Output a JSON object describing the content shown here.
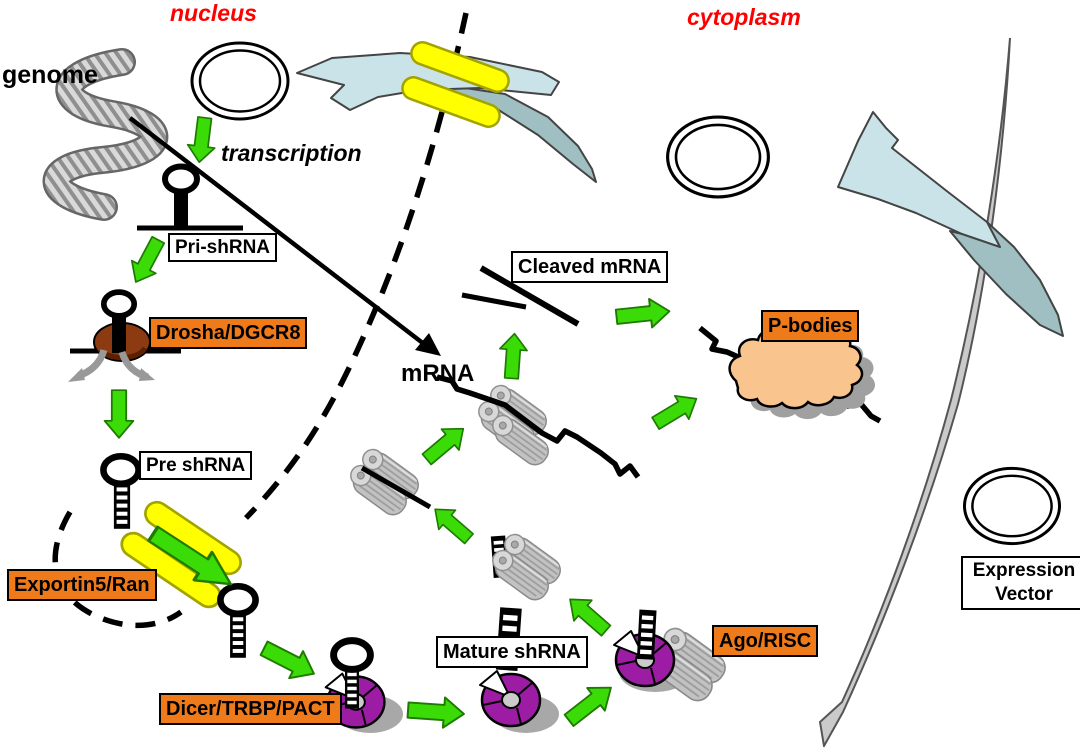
{
  "regions": {
    "nucleus": "nucleus",
    "cytoplasm": "cytoplasm"
  },
  "plain_labels": {
    "genome": "genome",
    "transcription": "transcription",
    "mrna": "mRNA"
  },
  "boxed_labels": {
    "pri_shrna": "Pri-shRNA",
    "drosha": "Drosha/DGCR8",
    "pre_shrna": "Pre shRNA",
    "exportin": "Exportin5/Ran",
    "dicer": "Dicer/TRBP/PACT",
    "mature_shrna": "Mature shRNA",
    "ago_risc": "Ago/RISC",
    "cleaved_mrna": "Cleaved mRNA",
    "p_bodies": "P-bodies",
    "expression_vector_line1": "Expression",
    "expression_vector_line2": "Vector"
  },
  "colors": {
    "region_text": "#FF0000",
    "orange_label_bg": "#EF7A1A",
    "green_arrow": "#3ADB06",
    "green_arrow_edge": "#1E7A00",
    "nuclear_pore_yellow": "#FFFF00",
    "ribbon_arrow_light": "#C9E3E8",
    "ribbon_arrow_dark": "#9FBFC3",
    "dicer_ago_purple": "#9C1CA4",
    "drosha_brown": "#8C3A12",
    "pbody_cloud": "#FAC48F",
    "membrane_gray": "#CACACA",
    "risc_gear_gray": "#C2C2C2",
    "shadow_gray": "#A8A8A8"
  },
  "icons": [
    "dna-helix-icon",
    "plasmid-icon",
    "nuclear-envelope-dashed-line",
    "nuclear-pore-icon",
    "import-ribbon-arrow-icon",
    "transfection-ribbon-arrow-icon",
    "cell-membrane-curve",
    "transcript-arrow-icon",
    "hairpin-icon",
    "shrna-ladder-icon",
    "drosha-protein-icon",
    "cleavage-arrows-icon",
    "dicer-donut-icon",
    "ago-donut-icon",
    "risc-gears-icon",
    "mrna-strand",
    "cleaved-mrna-fragment",
    "pbody-cloud-icon",
    "process-arrow-icon"
  ]
}
